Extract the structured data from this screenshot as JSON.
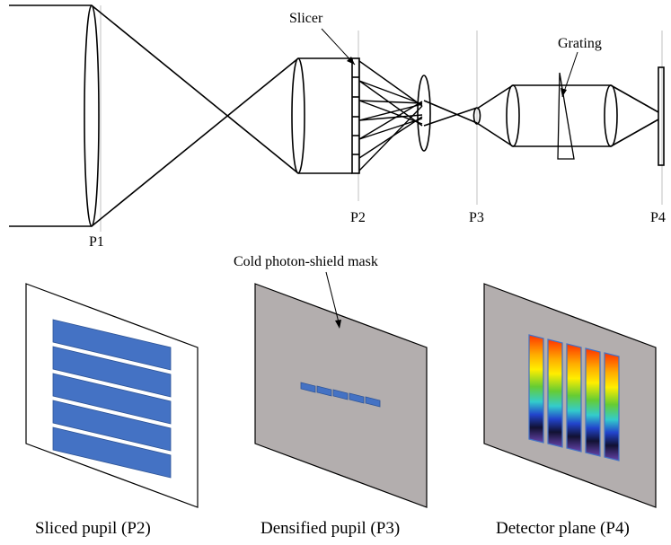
{
  "labels": {
    "slicer": "Slicer",
    "grating": "Grating",
    "p1": "P1",
    "p2": "P2",
    "p3": "P3",
    "p4": "P4",
    "mask": "Cold photon-shield mask"
  },
  "captions": {
    "sliced": "Sliced pupil (P2)",
    "densified": "Densified pupil (P3)",
    "detector": "Detector plane (P4)"
  },
  "colors": {
    "slice_fill": "#4472c4",
    "slice_stroke": "#2f5597",
    "panel_gray": "#b3aeae",
    "line": "#000000",
    "plane_line": "#c0c0c0"
  },
  "spectrum_colors": [
    "#ff3300",
    "#ffcc00",
    "#66cc33",
    "#33cccc",
    "#2244cc",
    "#111133",
    "#6644aa"
  ]
}
